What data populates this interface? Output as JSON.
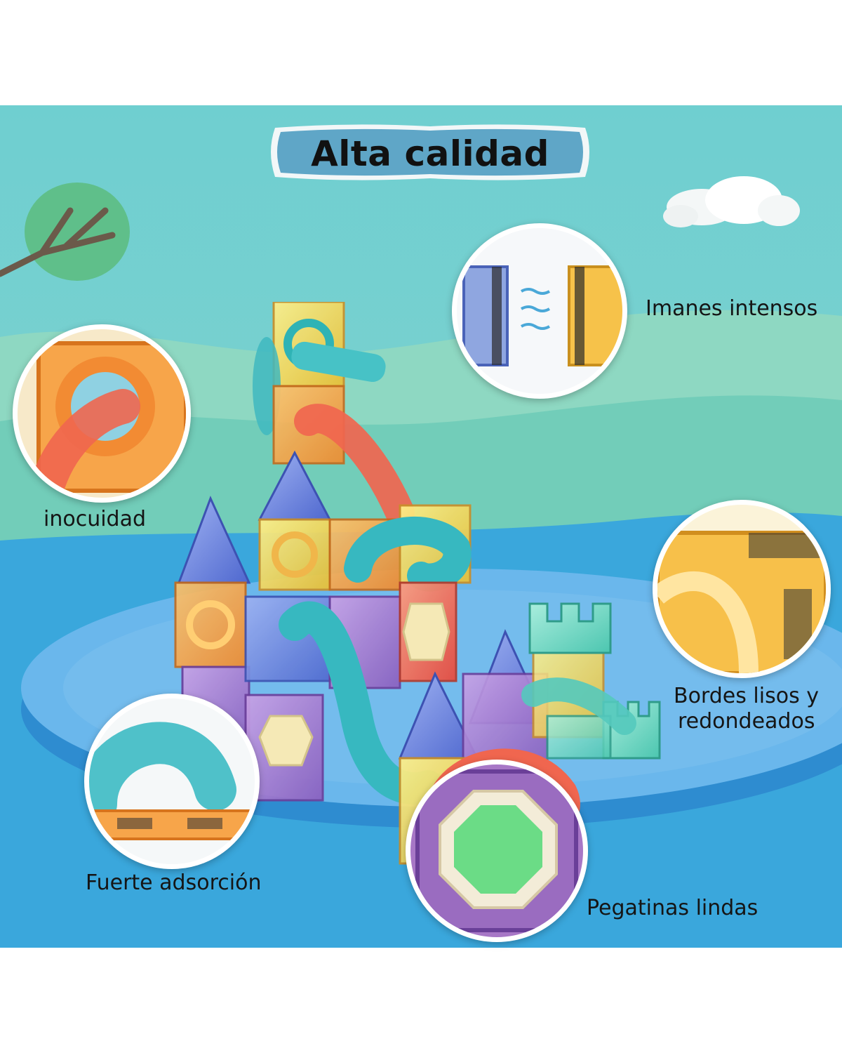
{
  "title": "Alta calidad",
  "features": {
    "magnets": "Imanes intensos",
    "safety": "inocuidad",
    "edges_line1": "Bordes lisos y",
    "edges_line2": "redondeados",
    "adsorption": "Fuerte adsorción",
    "stickers": "Pegatinas lindas"
  },
  "colors": {
    "sky": "#6fcfd0",
    "platform": "#5fb7ea",
    "title_bg": "#5aa8c8",
    "tile_orange": "#f59a3c",
    "tile_yellow": "#f4d34a",
    "tile_purple": "#9a72c8",
    "tile_blue": "#5b74d6",
    "tube_teal": "#37b8c0",
    "tube_red": "#f0664f"
  }
}
